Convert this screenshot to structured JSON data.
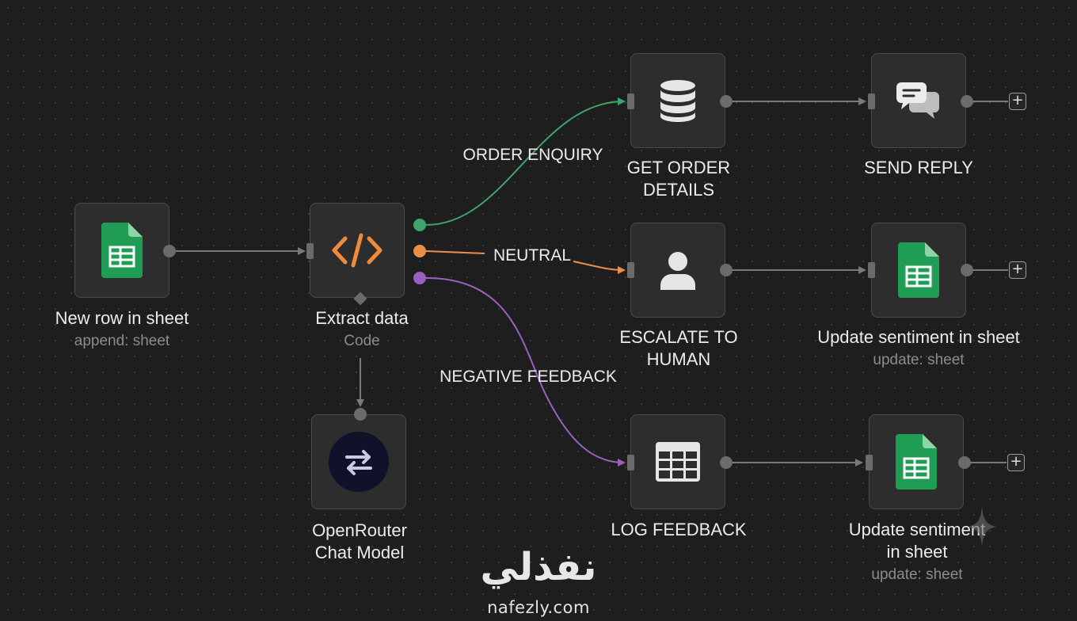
{
  "nodes": {
    "new_row": {
      "title": "New row in sheet",
      "subtitle": "append: sheet",
      "icon": "google-sheets-icon"
    },
    "extract": {
      "title": "Extract data",
      "subtitle": "Code",
      "icon": "code-icon"
    },
    "openrouter": {
      "title_line1": "OpenRouter",
      "title_line2": "Chat Model",
      "icon": "openrouter-icon"
    },
    "get_order": {
      "title_line1": "GET ORDER",
      "title_line2": "DETAILS",
      "icon": "database-icon"
    },
    "send_reply": {
      "title": "SEND REPLY",
      "icon": "chat-bubbles-icon"
    },
    "escalate": {
      "title_line1": "ESCALATE TO",
      "title_line2": "HUMAN",
      "icon": "user-icon"
    },
    "update_sentiment_1": {
      "title": "Update sentiment in sheet",
      "subtitle": "update: sheet",
      "icon": "google-sheets-icon"
    },
    "log_feedback": {
      "title": "LOG FEEDBACK",
      "icon": "table-icon"
    },
    "update_sentiment_2": {
      "title_line1": "Update sentiment",
      "title_line2": "in sheet",
      "subtitle": "update: sheet",
      "icon": "google-sheets-icon"
    }
  },
  "edges": {
    "order_enquiry": "ORDER ENQUIRY",
    "neutral": "NEUTRAL",
    "negative_feedback": "NEGATIVE FEEDBACK"
  },
  "add_button_glyph": "+",
  "brand": {
    "arabic": "نفذلي",
    "latin": "nafezly.com"
  },
  "colors": {
    "background": "#1e1e1e",
    "node_fill": "#2d2d2d",
    "node_border": "#4a4a4a",
    "wire_gray": "#7a7a7a",
    "branch_green": "#3fa56b",
    "branch_orange": "#e8904a",
    "branch_purple": "#9b5fc0",
    "sheets_green": "#1f9d55",
    "code_orange": "#ee8a3a"
  }
}
